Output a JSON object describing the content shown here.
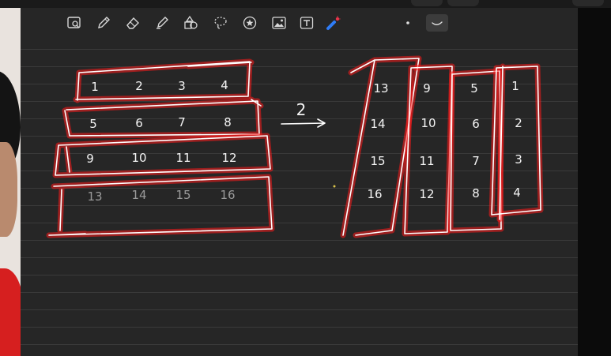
{
  "toolbar": {
    "tools": [
      {
        "name": "lasso-image-icon"
      },
      {
        "name": "pen-icon"
      },
      {
        "name": "eraser-icon"
      },
      {
        "name": "highlighter-icon"
      },
      {
        "name": "shapes-icon"
      },
      {
        "name": "lasso-icon"
      },
      {
        "name": "sticker-icon"
      },
      {
        "name": "image-icon"
      },
      {
        "name": "text-icon"
      },
      {
        "name": "laser-pointer-icon"
      },
      {
        "name": "pen-dot-size-icon"
      },
      {
        "name": "pen-stroke-style-icon"
      }
    ],
    "active_tool": "pen-stroke-style-icon"
  },
  "note": {
    "arrow_label": "2",
    "left_matrix": [
      [
        "1",
        "2",
        "3",
        "4"
      ],
      [
        "5",
        "6",
        "7",
        "8"
      ],
      [
        "9",
        "10",
        "11",
        "12"
      ],
      [
        "13",
        "14",
        "15",
        "16"
      ]
    ],
    "right_matrix": [
      [
        "13",
        "9",
        "5",
        "1"
      ],
      [
        "14",
        "10",
        "6",
        "2"
      ],
      [
        "15",
        "11",
        "7",
        "3"
      ],
      [
        "16",
        "12",
        "8",
        "4"
      ]
    ]
  },
  "colors": {
    "ink": "#ffffff",
    "glow": "#ff1a1a",
    "canvas": "#262626",
    "rule_line": "#3a3a3a",
    "laser_tool_blue": "#2f7cf6",
    "laser_tool_red": "#e8344a"
  }
}
